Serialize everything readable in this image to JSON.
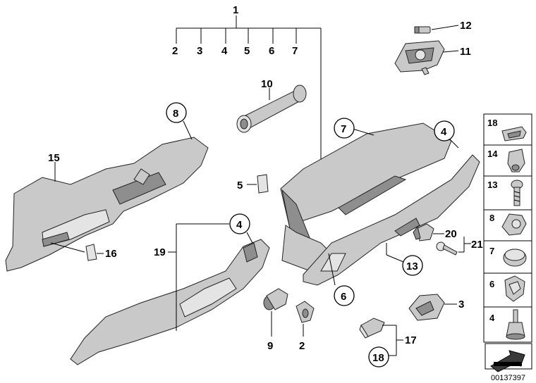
{
  "callouts": {
    "c1": "1",
    "c2a": "2",
    "c3a": "3",
    "c4a": "4",
    "c5a": "5",
    "c6a": "6",
    "c7a": "7",
    "c12": "12",
    "c11": "11",
    "c10": "10",
    "c8": "8",
    "c7": "7",
    "c4": "4",
    "c15": "15",
    "c5": "5",
    "c16": "16",
    "c19": "19",
    "c4b": "4",
    "c20": "20",
    "c21": "21",
    "c13": "13",
    "c6": "6",
    "c3": "3",
    "c9": "9",
    "c2": "2",
    "c17": "17",
    "c18": "18"
  },
  "legend": {
    "items": [
      {
        "num": "18",
        "icon": "clip-icon"
      },
      {
        "num": "14",
        "icon": "spring-nut-icon"
      },
      {
        "num": "13",
        "icon": "screw-icon"
      },
      {
        "num": "8",
        "icon": "cable-clip-icon"
      },
      {
        "num": "7",
        "icon": "cap-icon"
      },
      {
        "num": "6",
        "icon": "hose-clip-icon"
      },
      {
        "num": "4",
        "icon": "rubber-buffer-icon"
      }
    ]
  },
  "reference": "00137397"
}
